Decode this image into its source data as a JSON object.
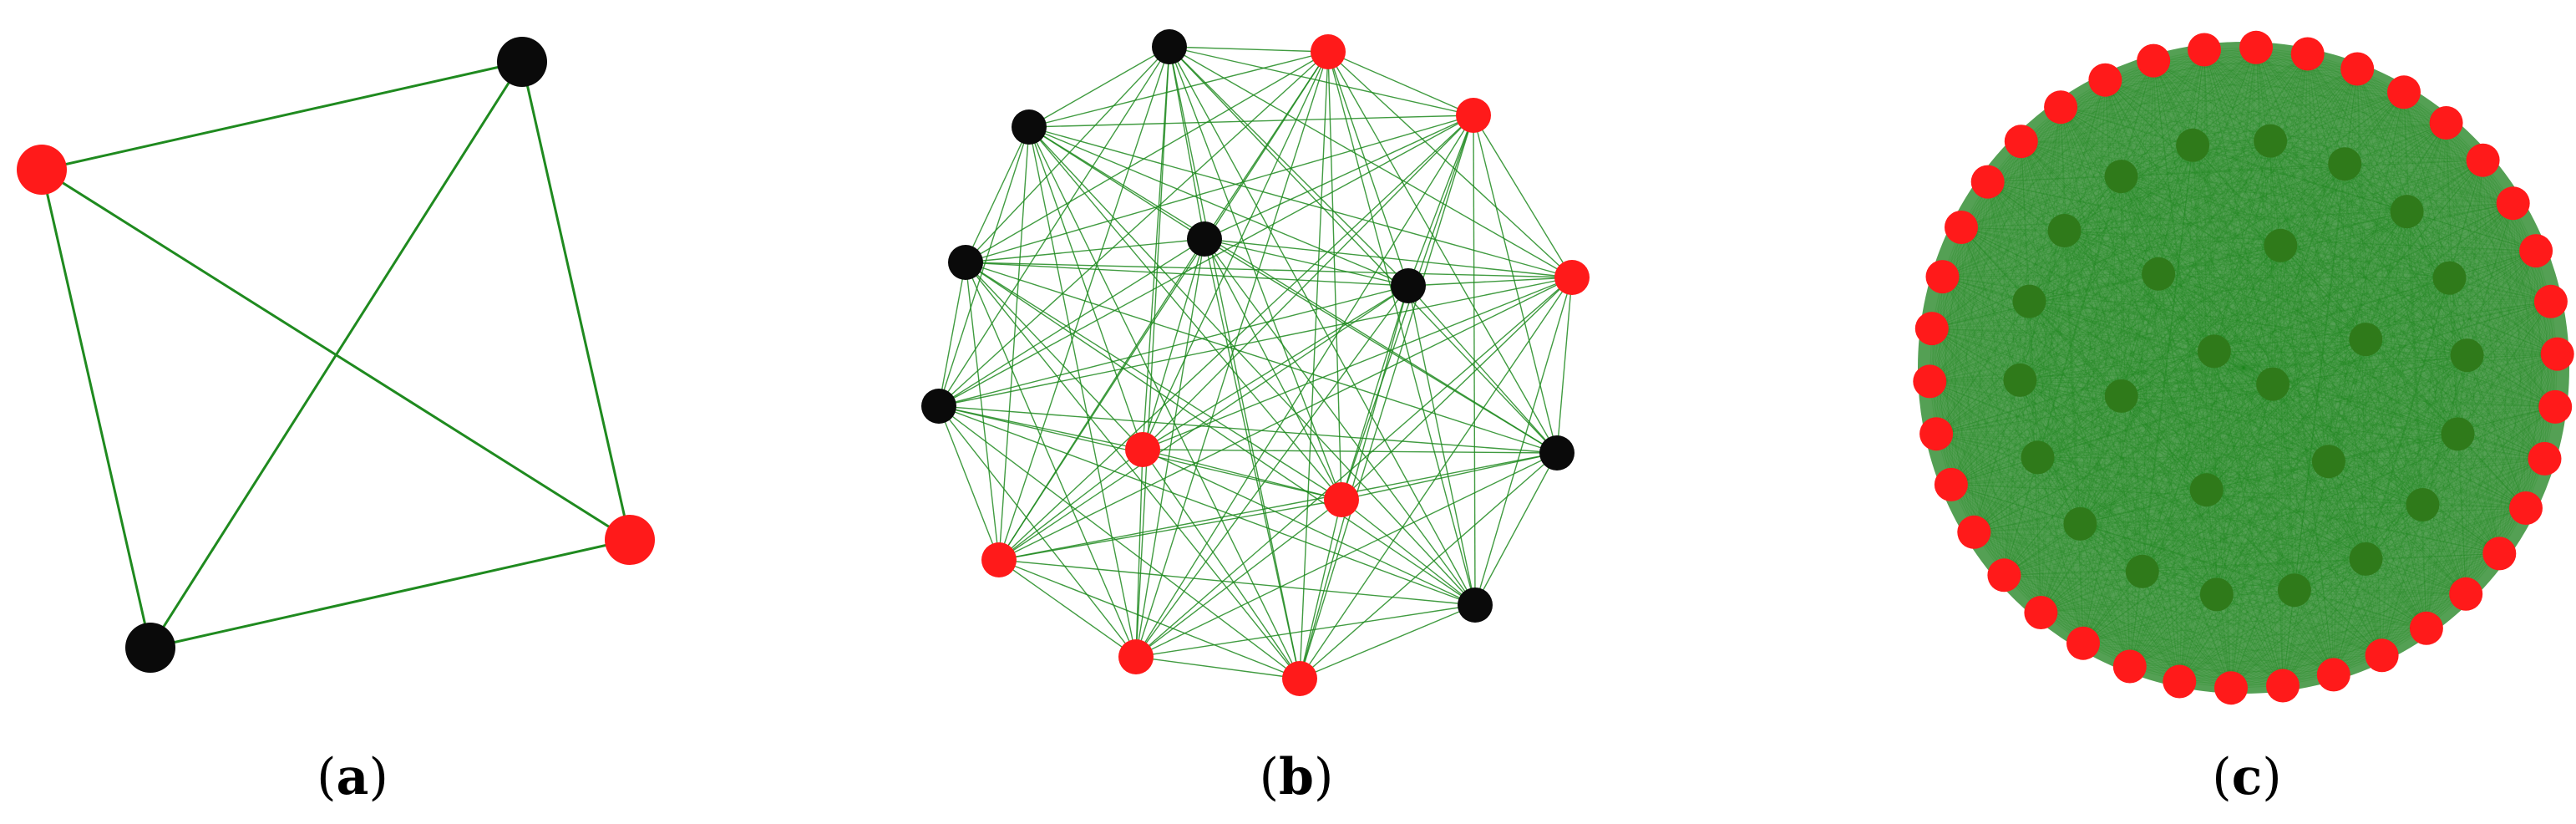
{
  "figure": {
    "panels": [
      {
        "id": "a",
        "caption_open": "(",
        "caption_letter": "a",
        "caption_close": ")",
        "node_count": 4,
        "red_nodes": 2,
        "black_nodes": 2,
        "edges": "complete"
      },
      {
        "id": "b",
        "caption_open": "(",
        "caption_letter": "b",
        "caption_close": ")",
        "node_count": 16,
        "red_nodes": 8,
        "black_nodes": 8,
        "edges": "complete"
      },
      {
        "id": "c",
        "caption_open": "(",
        "caption_letter": "c",
        "caption_close": ")",
        "node_count": 64,
        "edges": "complete"
      }
    ],
    "colors": {
      "edge": "#1f8a1f",
      "node_red": "#ff1a1a",
      "node_black": "#0a0a0a",
      "node_inner_c": "#2f7a1a",
      "background": "#ffffff"
    }
  }
}
